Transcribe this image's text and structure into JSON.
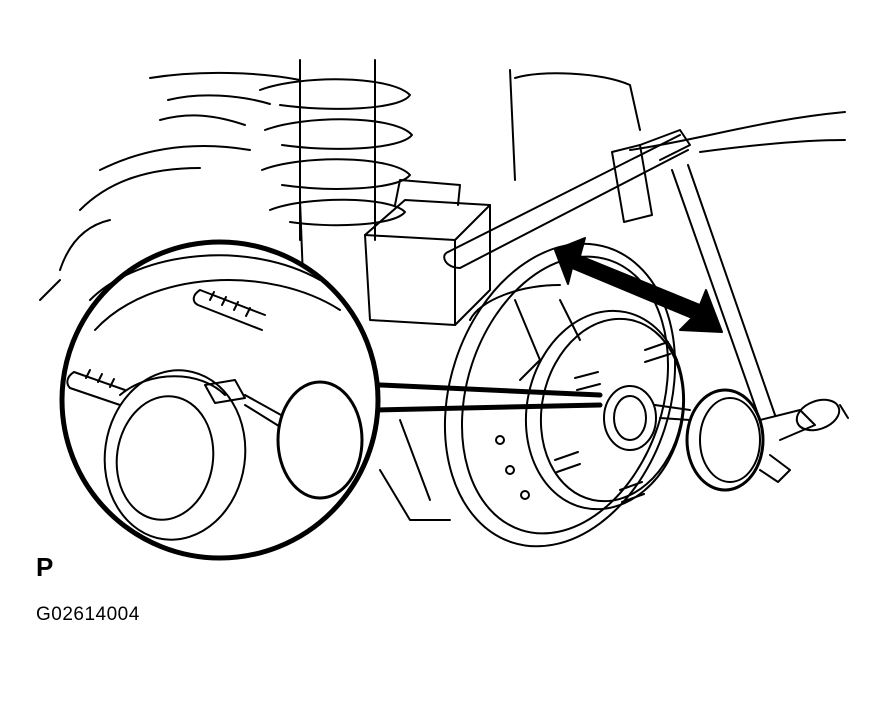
{
  "illustration": {
    "subject": "rear-axle-hub-runout-measurement",
    "line_color": "#000000",
    "background_color": "#ffffff",
    "icons": [
      "coil-spring",
      "brake-backing-plate",
      "axle-hub",
      "hub-bolt",
      "dial-indicator",
      "magnetic-base-stand",
      "movement-arrow",
      "magnified-detail-circle"
    ]
  },
  "labels": {
    "view_code": "P",
    "figure_id": "G02614004"
  }
}
